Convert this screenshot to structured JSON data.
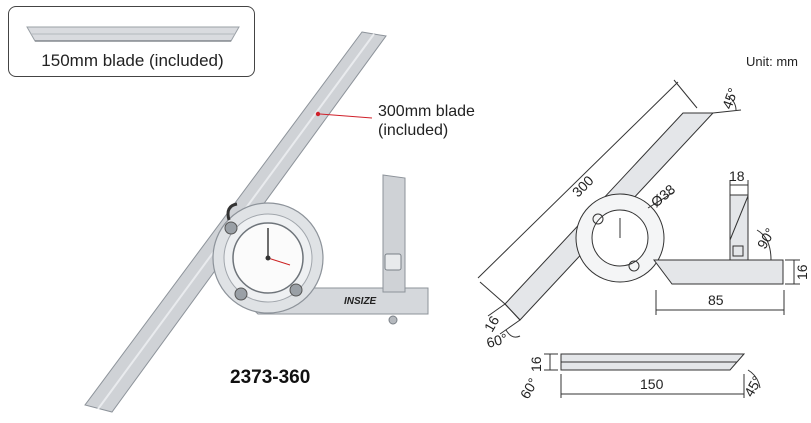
{
  "inset": {
    "caption": "150mm blade (included)"
  },
  "callout": {
    "line1": "300mm blade",
    "line2": "(included)"
  },
  "product": {
    "model": "2373-360",
    "brand": "INSIZE"
  },
  "drawing": {
    "unit": "Unit: mm",
    "dims": {
      "blade_length": "300",
      "dial_diameter": "Ø38",
      "blade_angle_top": "45°",
      "blade_angle_bottom": "60°",
      "blade_width": "16",
      "square_width": "18",
      "square_angle": "90°",
      "base_height": "16",
      "base_length": "85",
      "small_blade_width": "16",
      "small_blade_angle_left": "60°",
      "small_blade_length": "150",
      "small_blade_angle_right": "45°"
    }
  },
  "colors": {
    "accent_red": "#d0202a",
    "steel": "#c9ccd1",
    "line": "#333333"
  }
}
